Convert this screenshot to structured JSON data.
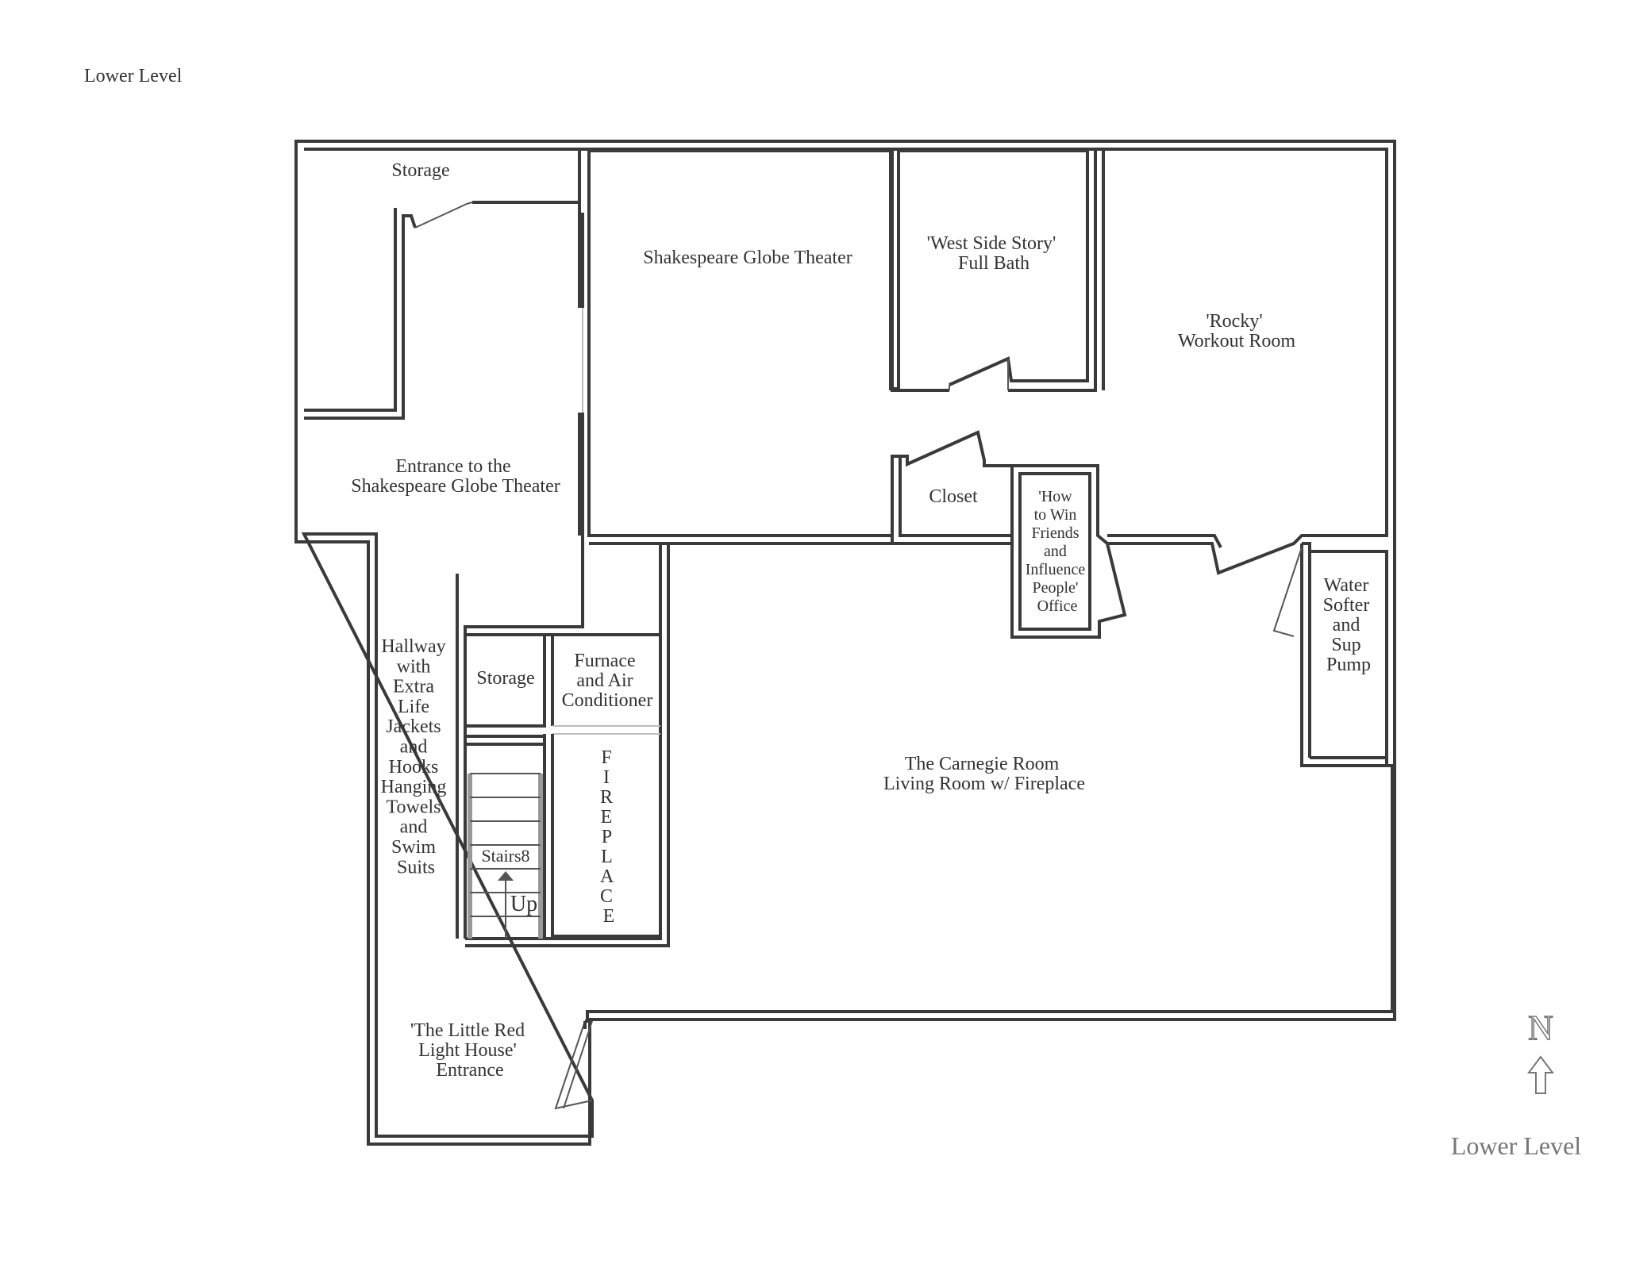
{
  "page_title": "Lower Level",
  "compass": {
    "letter": "N",
    "icon": "north-arrow-icon"
  },
  "footer_label": "Lower Level",
  "rooms": {
    "storage_top": "Storage",
    "theater": "Shakespeare Globe Theater",
    "bath": [
      "'West Side Story'",
      "Full Bath"
    ],
    "workout": [
      "'Rocky'",
      "Workout Room"
    ],
    "entrance_theater": [
      "Entrance to the",
      "Shakespeare Globe Theater"
    ],
    "closet": "Closet",
    "office": [
      "'How",
      "to Win",
      "Friends",
      "and",
      "Influence",
      "People'",
      "Office"
    ],
    "water": [
      "Water",
      "Softer",
      "and",
      "Sup",
      "Pump"
    ],
    "hallway": [
      "Hallway",
      "with",
      "Extra",
      "Life",
      "Jackets",
      "and",
      "Hooks",
      "Hanging",
      "Towels",
      "and",
      "Swim",
      "Suits"
    ],
    "storage_mid": "Storage",
    "furnace": [
      "Furnace",
      "and Air",
      "Conditioner"
    ],
    "fireplace": [
      "F",
      "I",
      "R",
      "E",
      "P",
      "L",
      "A",
      "C",
      "E"
    ],
    "stairs": "Stairs8",
    "stairs_up": "Up",
    "carnegie": [
      "The Carnegie Room",
      "Living Room w/ Fireplace"
    ],
    "lighthouse": [
      "'The Little Red",
      "Light House'",
      "Entrance"
    ]
  },
  "colors": {
    "wall": "#3a3a3a",
    "text": "#333333",
    "accent_gray": "#999999"
  }
}
